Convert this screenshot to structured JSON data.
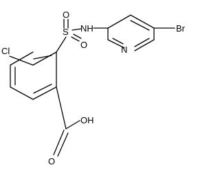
{
  "structure": {
    "atoms": {
      "chlorine": "Cl",
      "sulfur": "S",
      "sulfonyl_oxygen_top": "O",
      "sulfonyl_oxygen_bottom": "O",
      "amine": "NH",
      "pyridine_nitrogen": "N",
      "bromine": "Br",
      "hydroxyl": "OH",
      "carbonyl_oxygen": "O"
    }
  }
}
